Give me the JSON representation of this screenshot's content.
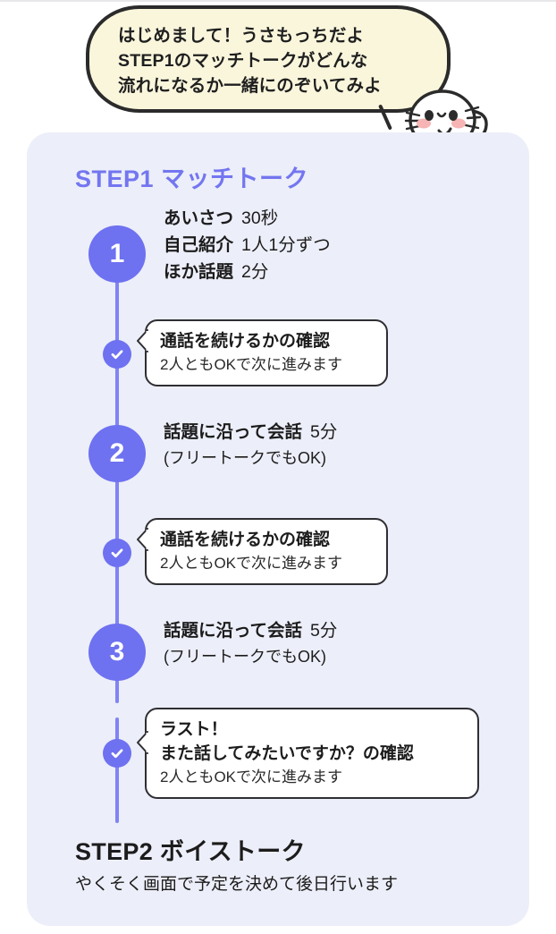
{
  "bubble": {
    "text": "はじめまして！うさもっちだよ\nSTEP1のマッチトークがどんな\n流れになるか一緒にのぞいてみよ",
    "fill_color": "#FAF6DC",
    "border_color": "#2B2B2B"
  },
  "mascot": {
    "name": "usamocchi-rabbit-character"
  },
  "panel": {
    "background_color": "#ECEEF9",
    "accent_color": "#6E71F0",
    "step1_title": "STEP1 マッチトーク",
    "step2_title": "STEP2 ボイストーク",
    "step2_sub": "やくそく画面で予定を決めて後日行います"
  },
  "timeline": [
    {
      "kind": "number",
      "number": "1",
      "rows": [
        {
          "label": "あいさつ",
          "value": "30秒"
        },
        {
          "label": "自己紹介",
          "value": "1人1分ずつ"
        },
        {
          "label": "ほか話題",
          "value": "2分"
        }
      ]
    },
    {
      "kind": "check",
      "icon": "check-icon",
      "title": "通話を続けるかの確認",
      "sub": "2人ともOKで次に進みます"
    },
    {
      "kind": "number",
      "number": "2",
      "rows": [
        {
          "label": "話題に沿って会話",
          "value": "5分"
        }
      ],
      "note": "(フリートークでもOK)"
    },
    {
      "kind": "check",
      "icon": "check-icon",
      "title": "通話を続けるかの確認",
      "sub": "2人ともOKで次に進みます"
    },
    {
      "kind": "number",
      "number": "3",
      "rows": [
        {
          "label": "話題に沿って会話",
          "value": "5分"
        }
      ],
      "note": "(フリートークでもOK)"
    },
    {
      "kind": "check",
      "icon": "check-icon",
      "title": "ラスト！\nまた話してみたいですか？の確認",
      "sub": "2人ともOKで次に進みます"
    }
  ]
}
